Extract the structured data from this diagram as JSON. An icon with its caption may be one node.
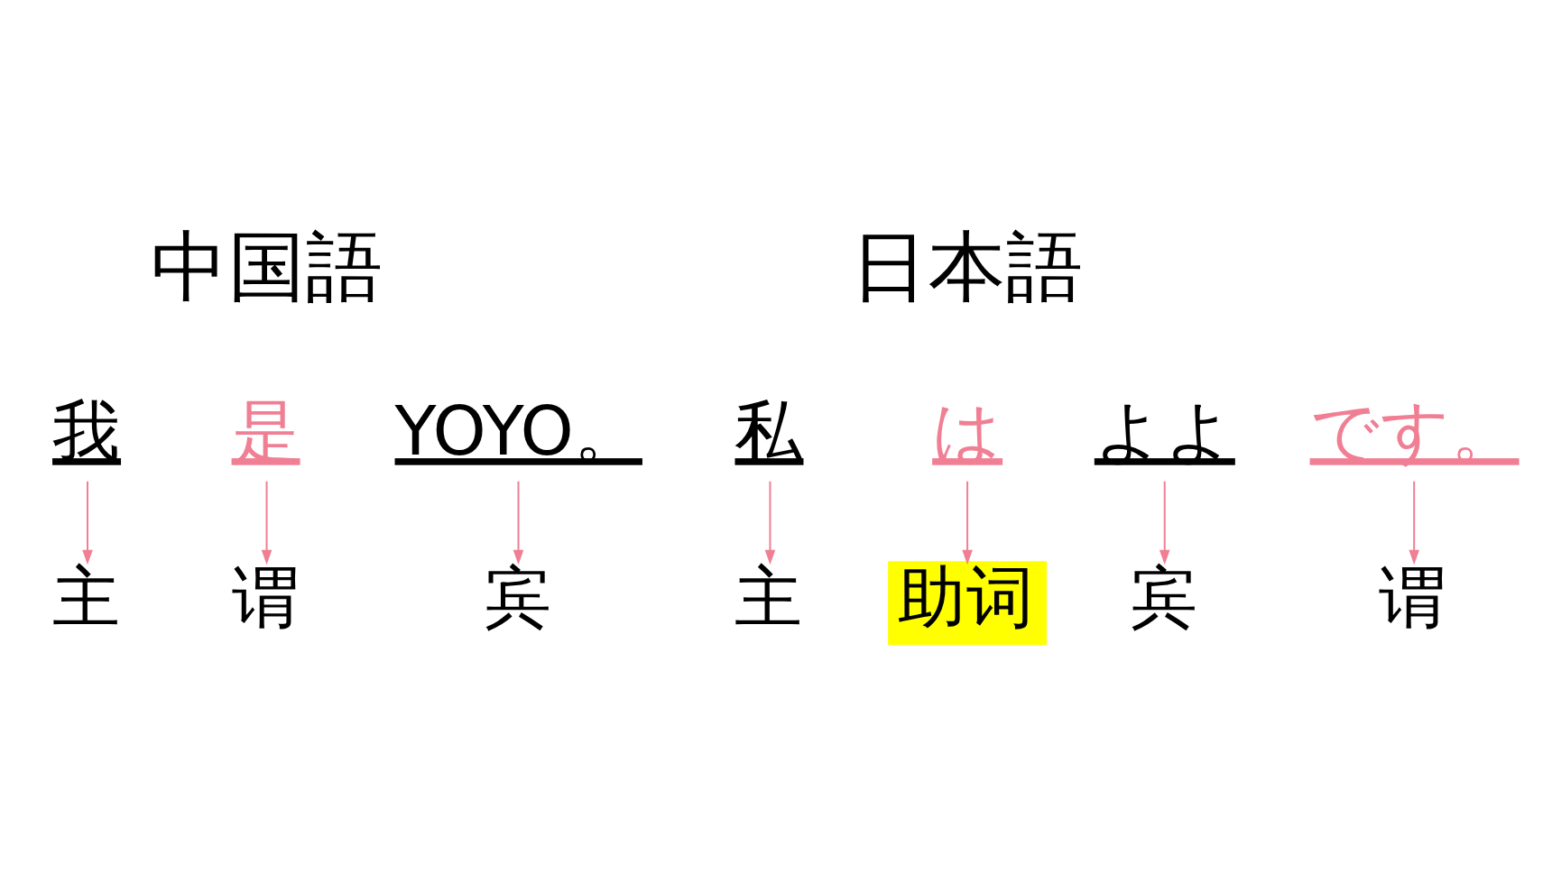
{
  "diagram": {
    "nodes": [
      {
        "text": [
          "我"
        ]
      },
      {
        "text": [
          "是"
        ]
      },
      {
        "text": [
          "YOYO。"
        ]
      },
      {
        "text": [
          "私"
        ]
      },
      {
        "text": [
          "は"
        ]
      },
      {
        "text": [
          "よよ"
        ]
      },
      {
        "text": [
          "です。"
        ]
      },
      {
        "text": [
          "主"
        ]
      },
      {
        "text": [
          "谓"
        ]
      },
      {
        "text": [
          "宾"
        ]
      },
      {
        "text": [
          "主"
        ]
      },
      {
        "text": [
          "助词"
        ]
      },
      {
        "text": [
          "宾"
        ]
      },
      {
        "text": [
          "谓"
        ]
      }
    ],
    "edges": [
      {
        "from": 0,
        "to": 7,
        "arrow": "to"
      },
      {
        "from": 1,
        "to": 8,
        "arrow": "to"
      },
      {
        "from": 2,
        "to": 9,
        "arrow": "to"
      },
      {
        "from": 3,
        "to": 10,
        "arrow": "to"
      },
      {
        "from": 4,
        "to": 11,
        "arrow": "to"
      },
      {
        "from": 5,
        "to": 12,
        "arrow": "to"
      },
      {
        "from": 6,
        "to": 13,
        "arrow": "to"
      }
    ],
    "labels": [
      "中国語",
      "日本語"
    ]
  }
}
